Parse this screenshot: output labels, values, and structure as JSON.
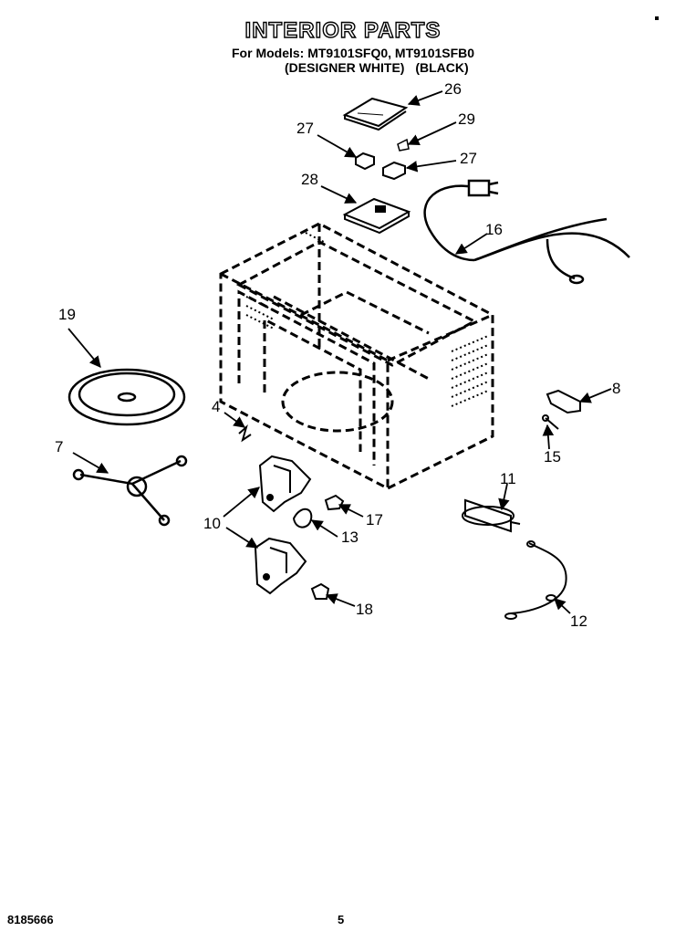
{
  "header": {
    "title": "INTERIOR PARTS",
    "models_line": "For Models: MT9101SFQ0, MT9101SFB0",
    "variant_white": "(DESIGNER WHITE)",
    "variant_black": "(BLACK)"
  },
  "callouts": {
    "c26": "26",
    "c27a": "27",
    "c29": "29",
    "c27b": "27",
    "c28": "28",
    "c16": "16",
    "c19": "19",
    "c8": "8",
    "c4": "4",
    "c7": "7",
    "c15": "15",
    "c11": "11",
    "c10": "10",
    "c17": "17",
    "c13": "13",
    "c12": "12",
    "c18": "18"
  },
  "footer": {
    "doc_code": "8185666",
    "page_number": "5"
  }
}
